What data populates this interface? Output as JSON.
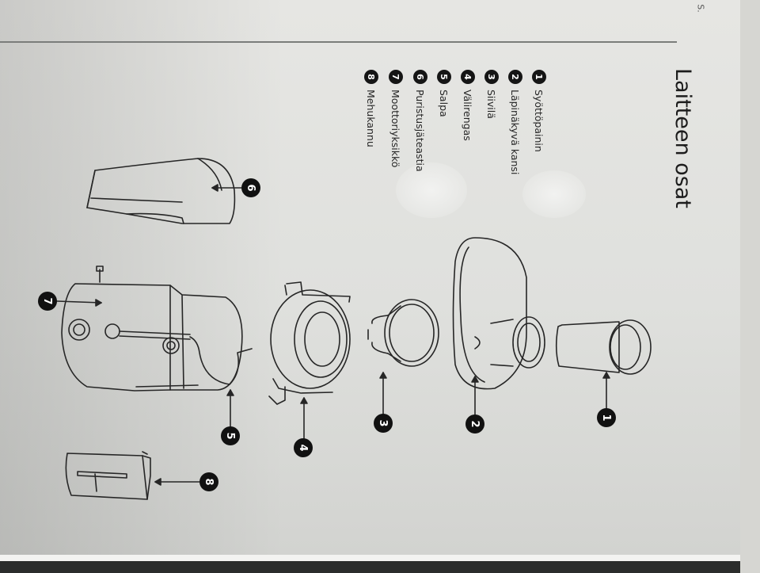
{
  "header": {
    "corner_fragment": "S.",
    "title": "Laitteen osat"
  },
  "legend": [
    {
      "num": "1",
      "label": "Syöttöpainin"
    },
    {
      "num": "2",
      "label": "Läpinäkyvä kansi"
    },
    {
      "num": "3",
      "label": "Siivilä"
    },
    {
      "num": "4",
      "label": "Välirengas"
    },
    {
      "num": "5",
      "label": "Salpa"
    },
    {
      "num": "6",
      "label": "Puristusjäteastia"
    },
    {
      "num": "7",
      "label": "Moottoriyksikkö"
    },
    {
      "num": "8",
      "label": "Mehukannu"
    }
  ],
  "callouts": {
    "c1": "1",
    "c2": "2",
    "c3": "3",
    "c4": "4",
    "c5": "5",
    "c6": "6",
    "c7": "7",
    "c8": "8"
  }
}
